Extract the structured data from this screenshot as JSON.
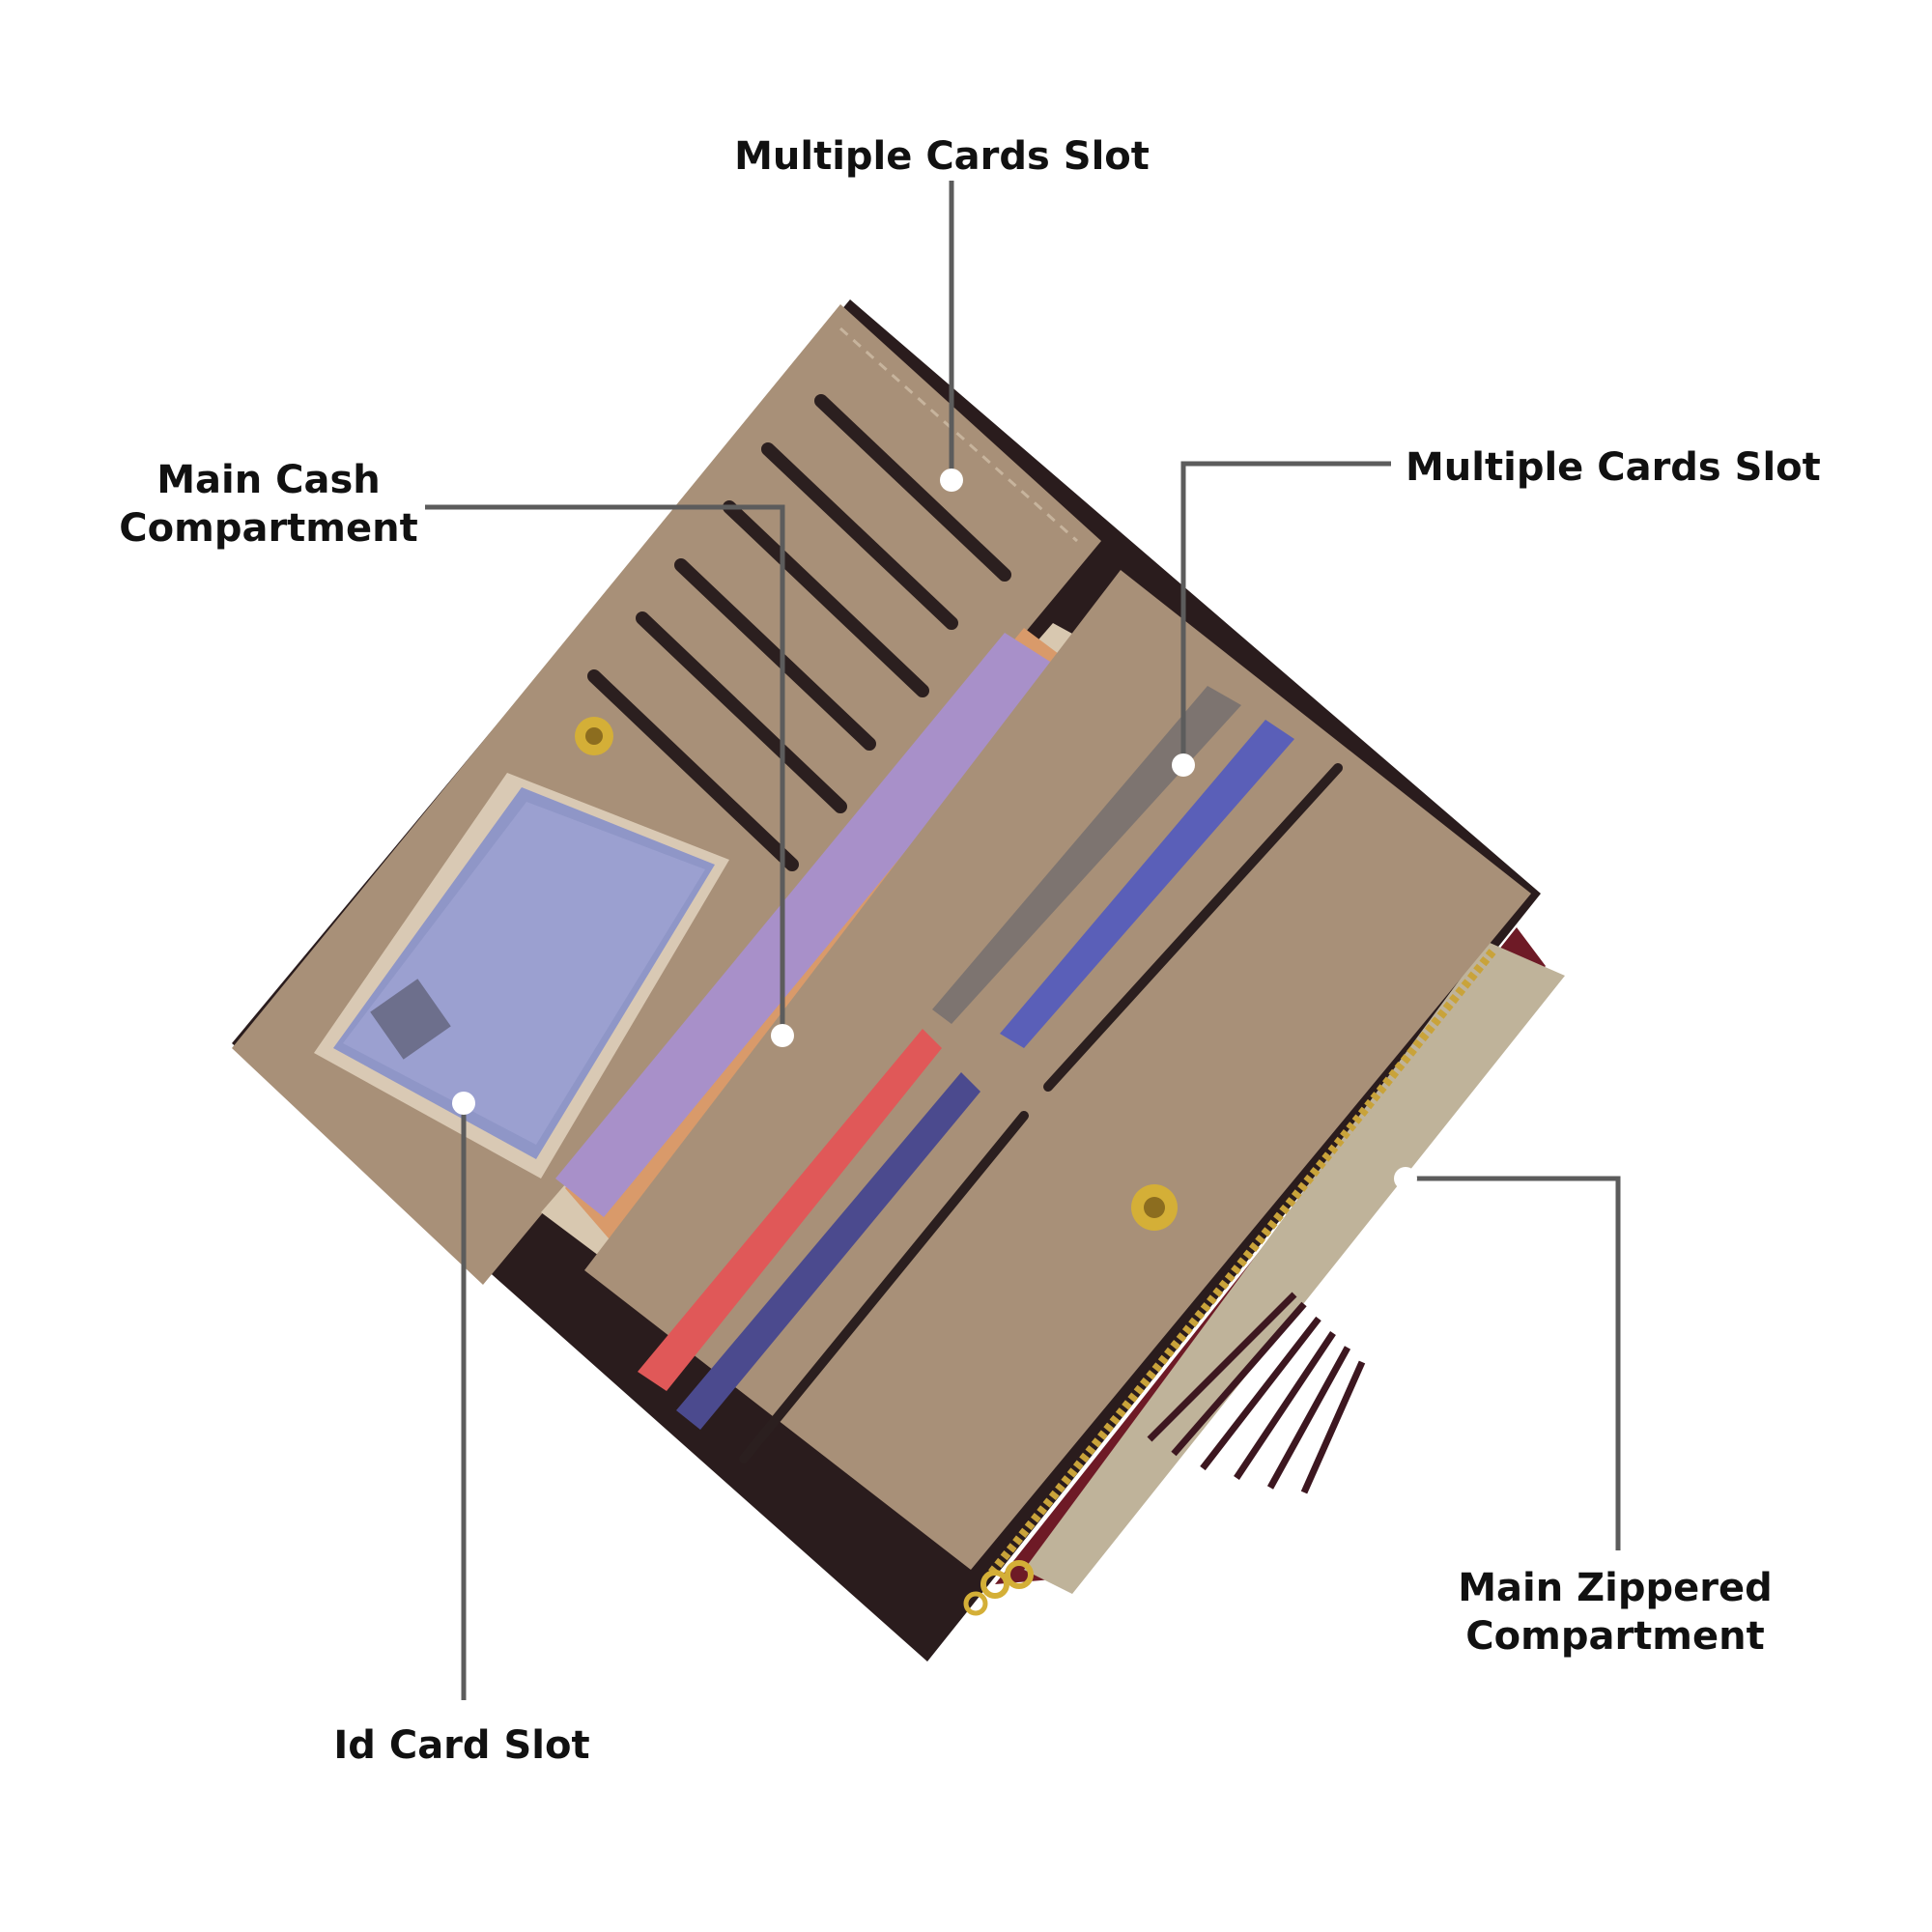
{
  "callouts": {
    "top_cards": {
      "label": "Multiple Cards Slot"
    },
    "right_cards": {
      "label": "Multiple Cards Slot"
    },
    "cash": {
      "line1": "Main Cash",
      "line2": "Compartment"
    },
    "id_card": {
      "label": "Id Card Slot"
    },
    "zipper": {
      "line1": "Main Zippered",
      "line2": "Compartment"
    }
  },
  "colors": {
    "outer_leather": "#2a1c1d",
    "lining": "#a89078",
    "lining_edge": "#96806a",
    "slot": "#2b1f1f",
    "zipper_tape": "#6e1a26",
    "zipper_teeth": "#c9a33a",
    "hardware_gold": "#d4af37",
    "leader_line": "#5c5c5c",
    "label_text": "#111111"
  },
  "icons": [
    "snap-button-icon",
    "zipper-pull-icon",
    "tassel-icon"
  ]
}
